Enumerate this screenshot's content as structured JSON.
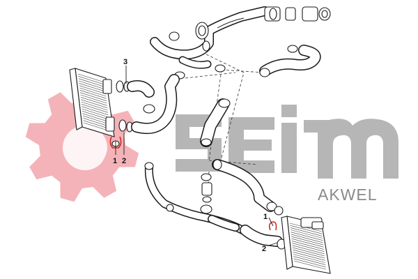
{
  "colors": {
    "gear": "#f4b3b8",
    "brand_letters": "#b6b6b6",
    "brand_sub": "#8a8a8a",
    "oring_highlight": "#cc2a1e",
    "line": "#1a1a1a"
  },
  "brand": {
    "name": "SEIM",
    "sub": "AKWEL"
  },
  "callouts": [
    {
      "id": "left-3",
      "text": "3"
    },
    {
      "id": "left-1",
      "text": "1"
    },
    {
      "id": "left-2",
      "text": "2"
    },
    {
      "id": "right-1",
      "text": "1"
    },
    {
      "id": "right-2",
      "text": "2"
    }
  ]
}
